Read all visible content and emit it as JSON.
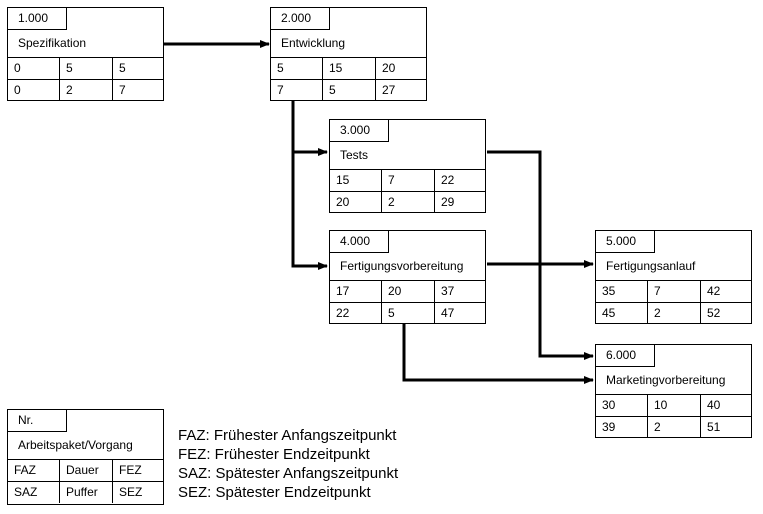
{
  "nodes": [
    {
      "id": "1.000",
      "name": "Spezifikation",
      "faz": "0",
      "dauer": "5",
      "fez": "5",
      "saz": "0",
      "puffer": "2",
      "sez": "7"
    },
    {
      "id": "2.000",
      "name": "Entwicklung",
      "faz": "5",
      "dauer": "15",
      "fez": "20",
      "saz": "7",
      "puffer": "5",
      "sez": "27"
    },
    {
      "id": "3.000",
      "name": "Tests",
      "faz": "15",
      "dauer": "7",
      "fez": "22",
      "saz": "20",
      "puffer": "2",
      "sez": "29"
    },
    {
      "id": "4.000",
      "name": "Fertigungsvorbereitung",
      "faz": "17",
      "dauer": "20",
      "fez": "37",
      "saz": "22",
      "puffer": "5",
      "sez": "47"
    },
    {
      "id": "5.000",
      "name": "Fertigungsanlauf",
      "faz": "35",
      "dauer": "7",
      "fez": "42",
      "saz": "45",
      "puffer": "2",
      "sez": "52"
    },
    {
      "id": "6.000",
      "name": "Marketingvorbereitung",
      "faz": "30",
      "dauer": "10",
      "fez": "40",
      "saz": "39",
      "puffer": "2",
      "sez": "51"
    }
  ],
  "legend_box": {
    "id": "Nr.",
    "name": "Arbeitspaket/Vorgang",
    "faz": "FAZ",
    "dauer": "Dauer",
    "fez": "FEZ",
    "saz": "SAZ",
    "puffer": "Puffer",
    "sez": "SEZ"
  },
  "legend_definitions": [
    "FAZ: Frühester Anfangszeitpunkt",
    "FEZ: Frühester Endzeitpunkt",
    "SAZ: Spätester Anfangszeitpunkt",
    "SEZ: Spätester Endzeitpunkt"
  ],
  "edges": [
    {
      "from": "1.000",
      "to": "2.000"
    },
    {
      "from": "2.000",
      "to": "3.000"
    },
    {
      "from": "2.000",
      "to": "4.000"
    },
    {
      "from": "3.000",
      "to": "6.000"
    },
    {
      "from": "4.000",
      "to": "5.000"
    },
    {
      "from": "4.000",
      "to": "6.000"
    }
  ],
  "colors": {
    "line": "#000000",
    "background": "#ffffff"
  }
}
